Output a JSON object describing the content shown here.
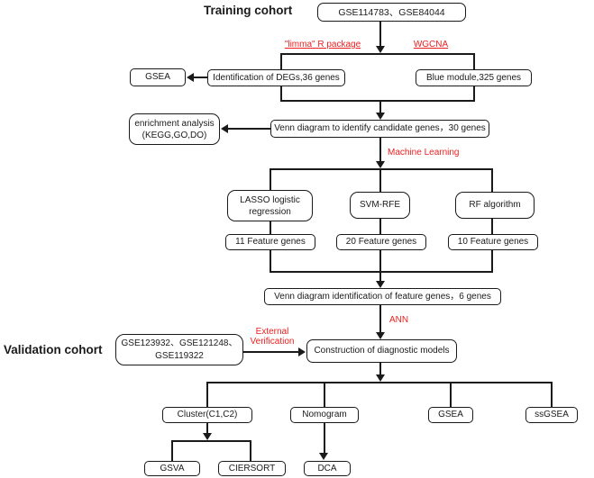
{
  "colors": {
    "line": "#1a1a1a",
    "red": "#ee2020",
    "background": "#ffffff"
  },
  "training": {
    "title": "Training cohort",
    "datasets": "GSE114783、GSE84044"
  },
  "validation": {
    "title": "Validation cohort",
    "datasets_line1": "GSE123932、GSE121248、",
    "datasets_line2": "GSE119322"
  },
  "edge_labels": {
    "limma": "\"limma\" R package",
    "wgcna": "WGCNA",
    "machine_learning": "Machine Learning",
    "ann": "ANN",
    "external_line1": "External",
    "external_line2": "Verification"
  },
  "nodes": {
    "gsea_training": "GSEA",
    "degs": "Identification of DEGs,36 genes",
    "blue_module": "Blue module,325 genes",
    "enrichment_line1": "enrichment analysis",
    "enrichment_line2": "(KEGG,GO,DO)",
    "venn_candidate": "Venn diagram to identify candidate genes，30 genes",
    "lasso_line1": "LASSO logistic",
    "lasso_line2": "regression",
    "svm_rfe": "SVM-RFE",
    "rf": "RF algorithm",
    "features_lasso": "11 Feature genes",
    "features_svm": "20 Feature genes",
    "features_rf": "10 Feature genes",
    "venn_feature": "Venn diagram identification of feature genes，6 genes",
    "construction": "Construction of diagnostic models",
    "cluster": "Cluster(C1,C2)",
    "nomogram": "Nomogram",
    "gsea_validation": "GSEA",
    "ssgsea": "ssGSEA",
    "gsva": "GSVA",
    "ciersort": "CIERSORT",
    "dca": "DCA"
  }
}
